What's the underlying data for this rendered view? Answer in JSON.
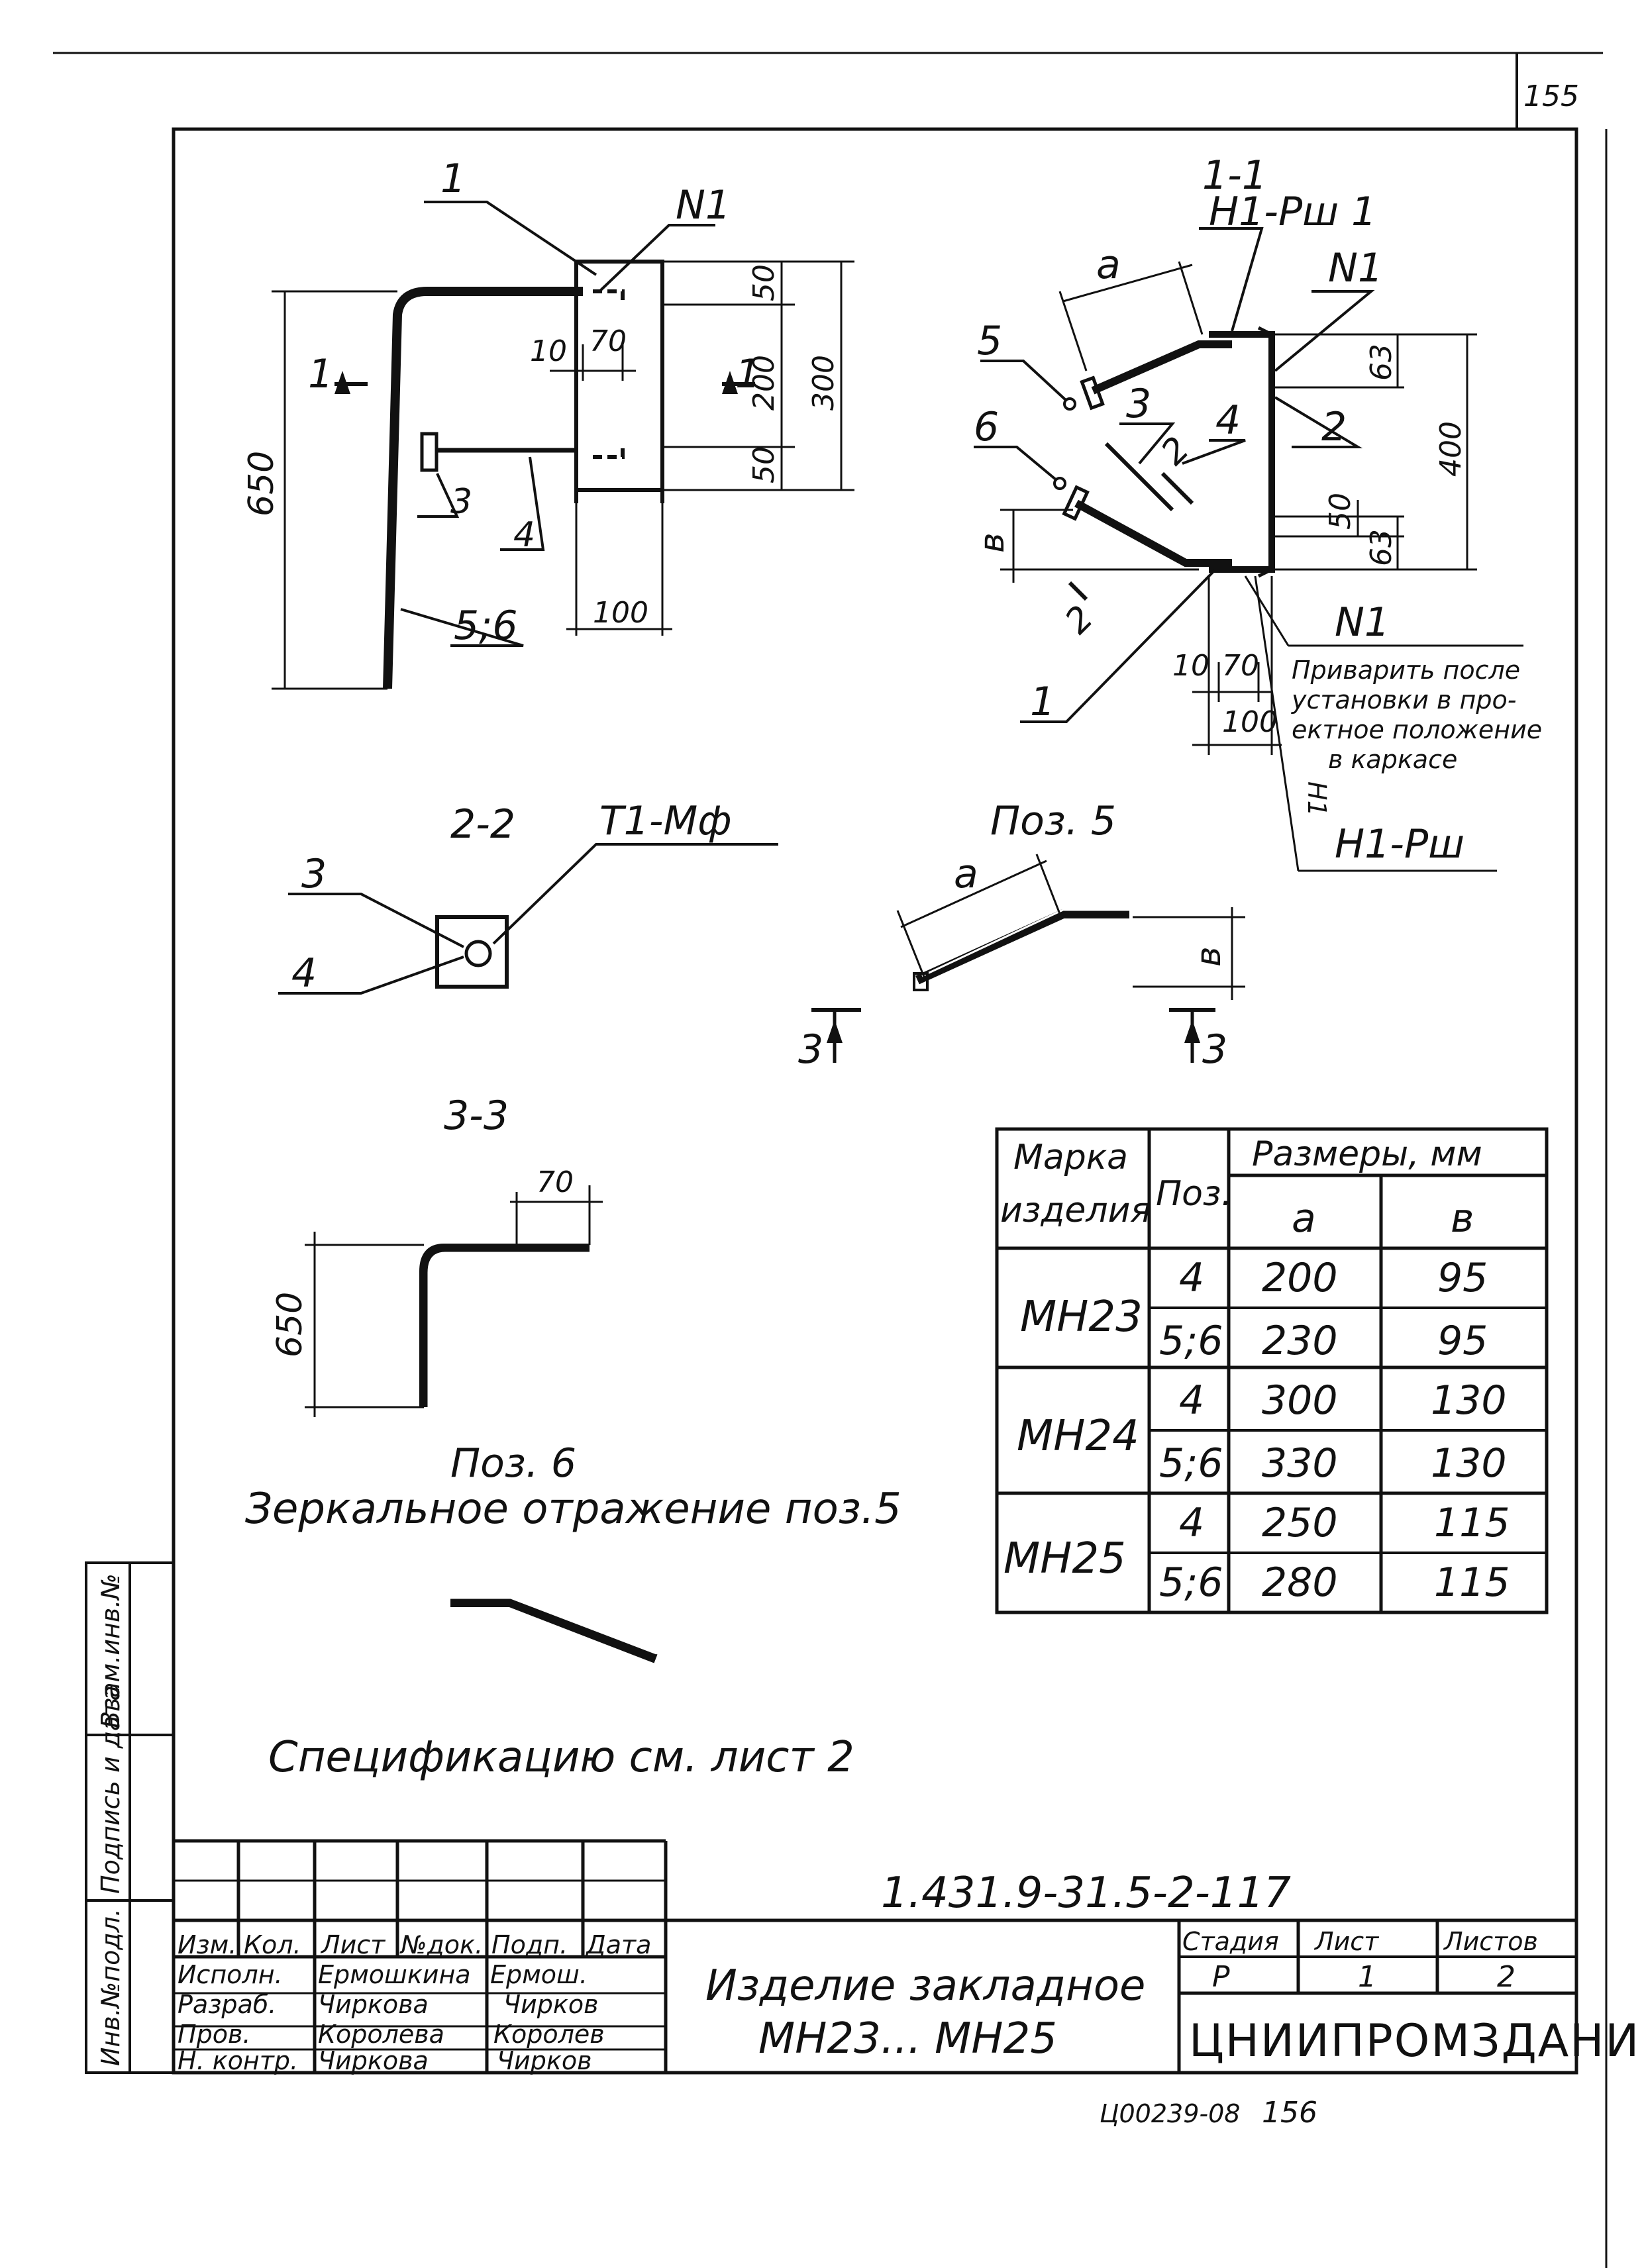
{
  "sheet": {
    "page_number": "155",
    "document_code": "1.431.9-31.5-2-117",
    "reference_note": "Спецификацию см. лист 2",
    "archive_number": "Ц00239-08",
    "archive_page": "156"
  },
  "side_stamp": {
    "cells": [
      "Инв.№подл.",
      "Подпись и дата",
      "Взам.инв.№"
    ]
  },
  "title_block": {
    "headers": [
      "Изм.",
      "Кол.",
      "Лист",
      "№док.",
      "Подп.",
      "Дата"
    ],
    "rows": [
      {
        "role": "Исполн.",
        "name": "Ермошкина",
        "signature": "Ермош."
      },
      {
        "role": "Разраб.",
        "name": "Чиркова",
        "signature": "Чирков"
      },
      {
        "role": "Пров.",
        "name": "Королева",
        "signature": "Королев"
      },
      {
        "role": "",
        "name": "",
        "signature": ""
      },
      {
        "role": "Н. контр.",
        "name": "Чиркова",
        "signature": "Чирков"
      }
    ],
    "title_line1": "Изделие закладное",
    "title_line2": "МН23... МН25",
    "stage_label": "Стадия",
    "sheet_label": "Лист",
    "sheets_label": "Листов",
    "stage_value": "Р",
    "sheet_value": "1",
    "sheets_value": "2",
    "organization": "ЦНИИПРОМЗДАНИЙ"
  },
  "view_main": {
    "label_pos1": "1",
    "label_n1": "N1",
    "label_section": "1",
    "label_3": "3",
    "label_4": "4",
    "label_56": "5;6",
    "dim_650": "650",
    "dim_10": "10",
    "dim_70": "70",
    "dim_50_top": "50",
    "dim_200": "200",
    "dim_300": "300",
    "dim_50_bot": "50",
    "dim_100": "100"
  },
  "view_section_1_1": {
    "title": "1-1",
    "weld_top": "Н1-Рш",
    "label_1_top": "1",
    "label_n1": "N1",
    "label_5": "5",
    "label_6": "6",
    "label_3": "3",
    "label_4": "4",
    "label_2": "2",
    "label_2_cut": "2",
    "label_2_cut_b": "2",
    "dim_a": "а",
    "dim_b": "в",
    "dim_63_top": "63",
    "dim_400": "400",
    "dim_50": "50",
    "dim_63_bot": "63",
    "dim_10": "10",
    "dim_70": "70",
    "dim_100": "100",
    "label_1_bot": "1",
    "label_n1_bot": "N1",
    "note_line1": "Приварить после",
    "note_line2": "установки в про-",
    "note_line3": "ектное положение",
    "note_line4": "в каркасе",
    "weld_bot_sym": "Н1",
    "weld_bot": "Н1-Рш"
  },
  "view_section_2_2": {
    "title": "2-2",
    "weld": "Т1-Мф",
    "label_3": "3",
    "label_4": "4"
  },
  "view_pos5": {
    "title": "Поз. 5",
    "dim_a": "а",
    "dim_b": "в",
    "cut_left": "3",
    "cut_right": "3"
  },
  "view_section_3_3": {
    "title": "3-3",
    "dim_70": "70",
    "dim_650": "650"
  },
  "view_pos6": {
    "title": "Поз. 6",
    "caption": "Зеркальное отражение поз.5"
  },
  "dimensions_table": {
    "col_mark_line1": "Марка",
    "col_mark_line2": "изделия",
    "col_pos": "Поз.",
    "col_sizes": "Размеры, мм",
    "col_a": "а",
    "col_b": "в",
    "rows": [
      {
        "mark": "МН23",
        "pos": "4",
        "a": "200",
        "b": "95"
      },
      {
        "mark": "",
        "pos": "5;6",
        "a": "230",
        "b": "95"
      },
      {
        "mark": "МН24",
        "pos": "4",
        "a": "300",
        "b": "130"
      },
      {
        "mark": "",
        "pos": "5;6",
        "a": "330",
        "b": "130"
      },
      {
        "mark": "МН25",
        "pos": "4",
        "a": "250",
        "b": "115"
      },
      {
        "mark": "",
        "pos": "5;6",
        "a": "280",
        "b": "115"
      }
    ]
  }
}
